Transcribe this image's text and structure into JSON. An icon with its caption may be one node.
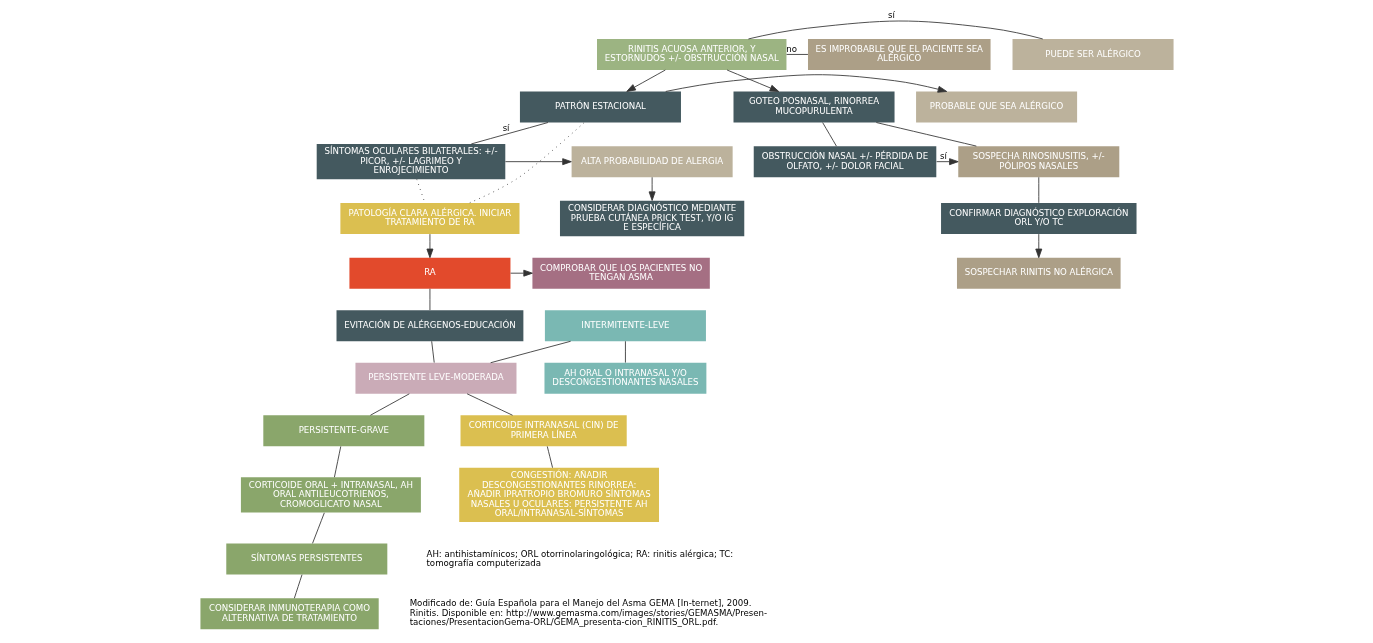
{
  "diagram": {
    "nodes": [
      {
        "text": [
          "RINITIS ACUOSA ANTERIOR, Y ESTORNUDOS +/- OBSTRUCCIÓN NASAL"
        ]
      },
      {
        "text": [
          "PUEDE SER ALÉRGICO"
        ]
      },
      {
        "text": [
          "ES IMPROBABLE QUE EL PACIENTE SEA ALÉRGICO"
        ]
      },
      {
        "text": [
          "PROBABLE QUE SEA ALÉRGICO"
        ]
      },
      {
        "text": [
          "PATRÓN ESTACIONAL"
        ]
      },
      {
        "text": [
          "GOTEO POSNASAL, RINORREA MUCOPURULENTA"
        ]
      },
      {
        "text": [
          "ALTA PROBABILIDAD DE ALERGIA"
        ]
      },
      {
        "text": [
          "SÍNTOMAS OCULARES BILATERALES: +/- PICOR, +/- LAGRIMEO Y ENROJECIMIENTO"
        ]
      },
      {
        "text": [
          "OBSTRUCCIÓN NASAL +/- PÉRDIDA DE OLFATO, +/- DOLOR FACIAL"
        ]
      },
      {
        "text": [
          "SOSPECHA RINOSINUSITIS, +/- PÓLIPOS NASALES"
        ]
      },
      {
        "text": [
          "CONSIDERAR DIAGNÓSTICO MEDIANTE PRUEBA CUTÁNEA PRICK TEST, Y/O IG E ESPECÍFICA"
        ]
      },
      {
        "text": [
          "PATOLOGÍA CLARA ALÉRGICA. INICIAR TRATAMIENTO DE RA"
        ]
      },
      {
        "text": [
          "CONFIRMAR DIAGNÓSTICO EXPLORACIÓN ORL Y/O TC"
        ]
      },
      {
        "text": [
          "SOSPECHAR RINITIS NO ALÉRGICA"
        ]
      },
      {
        "text": [
          "COMPROBAR QUE LOS PACIENTES NO TENGAN ASMA"
        ]
      },
      {
        "text": [
          "RA"
        ]
      },
      {
        "text": [
          "INTERMITENTE-LEVE"
        ]
      },
      {
        "text": [
          "EVITACIÓN DE ALÉRGENOS-EDUCACIÓN"
        ]
      },
      {
        "text": [
          "PERSISTENTE-GRAVE"
        ]
      },
      {
        "text": [
          "PERSISTENTE LEVE-MODERADA"
        ]
      },
      {
        "text": [
          "CORTICOIDE ORAL + INTRANASAL, AH ORAL ANTILEUCOTRIENOS, CROMOGLICATO NASAL"
        ]
      },
      {
        "text": [
          "AH ORAL O INTRANASAL Y/O DESCONGESTIONANTES NASALES"
        ]
      },
      {
        "text": [
          "CORTICOIDE INTRANASAL (CIN) DE PRIMERA LÍNEA"
        ]
      },
      {
        "text": [
          "SÍNTOMAS PERSISTENTES"
        ]
      },
      {
        "text": [
          "CONGESTIÓN: AÑADIR DESCONGESTIONANTES RINORREA: AÑADIR IPRATROPIO BROMURO SÍNTOMAS NASALES U OCULARES: PERSISTENTE AH ORAL/INTRANASAL-SÍNTOMAS"
        ]
      },
      {
        "text": [
          "CONSIDERAR INMUNOTERAPIA COMO ALTERNATIVA DE TRATAMIENTO"
        ]
      }
    ],
    "edges": [
      {
        "from": 0,
        "to": 1,
        "arrow": "none",
        "label": "sí"
      },
      {
        "from": 0,
        "to": 2,
        "arrow": "none",
        "label": "no"
      },
      {
        "from": 0,
        "to": 4,
        "arrow": "to"
      },
      {
        "from": 0,
        "to": 5,
        "arrow": "to"
      },
      {
        "from": 4,
        "to": 3,
        "arrow": "to"
      },
      {
        "from": 4,
        "to": 7,
        "arrow": "none",
        "label": "sí"
      },
      {
        "from": 7,
        "to": 6,
        "arrow": "to"
      },
      {
        "from": 6,
        "to": 10,
        "arrow": "to"
      },
      {
        "from": 4,
        "to": 11,
        "arrow": "none",
        "style": "dashed"
      },
      {
        "from": 7,
        "to": 11,
        "arrow": "none",
        "style": "dashed"
      },
      {
        "from": 5,
        "to": 8,
        "arrow": "none"
      },
      {
        "from": 5,
        "to": 9,
        "arrow": "none"
      },
      {
        "from": 8,
        "to": 9,
        "arrow": "to",
        "label": "sí"
      },
      {
        "from": 9,
        "to": 12,
        "arrow": "none"
      },
      {
        "from": 12,
        "to": 13,
        "arrow": "to"
      },
      {
        "from": 11,
        "to": 15,
        "arrow": "to"
      },
      {
        "from": 15,
        "to": 14,
        "arrow": "to"
      },
      {
        "from": 15,
        "to": 17,
        "arrow": "none"
      },
      {
        "from": 17,
        "to": 19,
        "arrow": "none"
      },
      {
        "from": 16,
        "to": 19,
        "arrow": "none"
      },
      {
        "from": 19,
        "to": 18,
        "arrow": "none"
      },
      {
        "from": 16,
        "to": 21,
        "arrow": "none"
      },
      {
        "from": 19,
        "to": 22,
        "arrow": "none"
      },
      {
        "from": 22,
        "to": 24,
        "arrow": "none"
      },
      {
        "from": 18,
        "to": 20,
        "arrow": "none"
      },
      {
        "from": 20,
        "to": 23,
        "arrow": "none"
      },
      {
        "from": 23,
        "to": 25,
        "arrow": "none"
      }
    ],
    "labels": [
      "AH: antihistamínicos; ORL otorrinolaringológica; RA: rinitis alérgica; TC: tomografía computerizada",
      "Modificado de: Guía Española para el Manejo del Asma GEMA [In-ternet], 2009. Rinitis. Disponible en: http://www.gemasma.com/images/stories/GEMASMA/Presen-taciones/PresentacionGema-ORL/GEMA_presenta-cion_RINITIS_ORL.pdf."
    ]
  }
}
